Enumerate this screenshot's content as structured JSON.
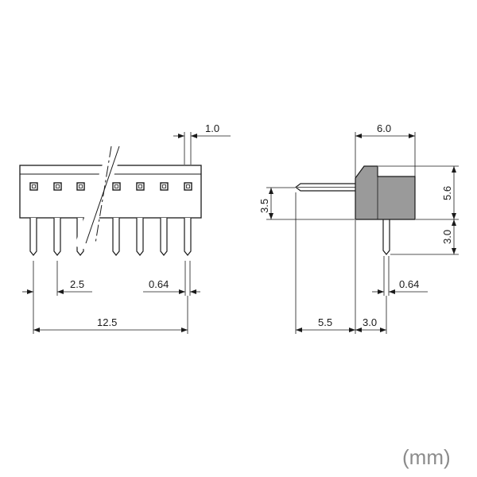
{
  "front_view": {
    "pin_count": 7,
    "dims": {
      "pin_width": "1.0",
      "pitch": "2.5",
      "pin_thickness": "0.64",
      "total_length": "12.5"
    }
  },
  "side_view": {
    "dims": {
      "body_depth": "6.0",
      "body_height": "5.6",
      "pin_height": "3.5",
      "lead_length": "3.0",
      "pin_thickness": "0.64",
      "pin_extension": "5.5",
      "lead_offset": "3.0"
    }
  },
  "unit_label": "(mm)"
}
